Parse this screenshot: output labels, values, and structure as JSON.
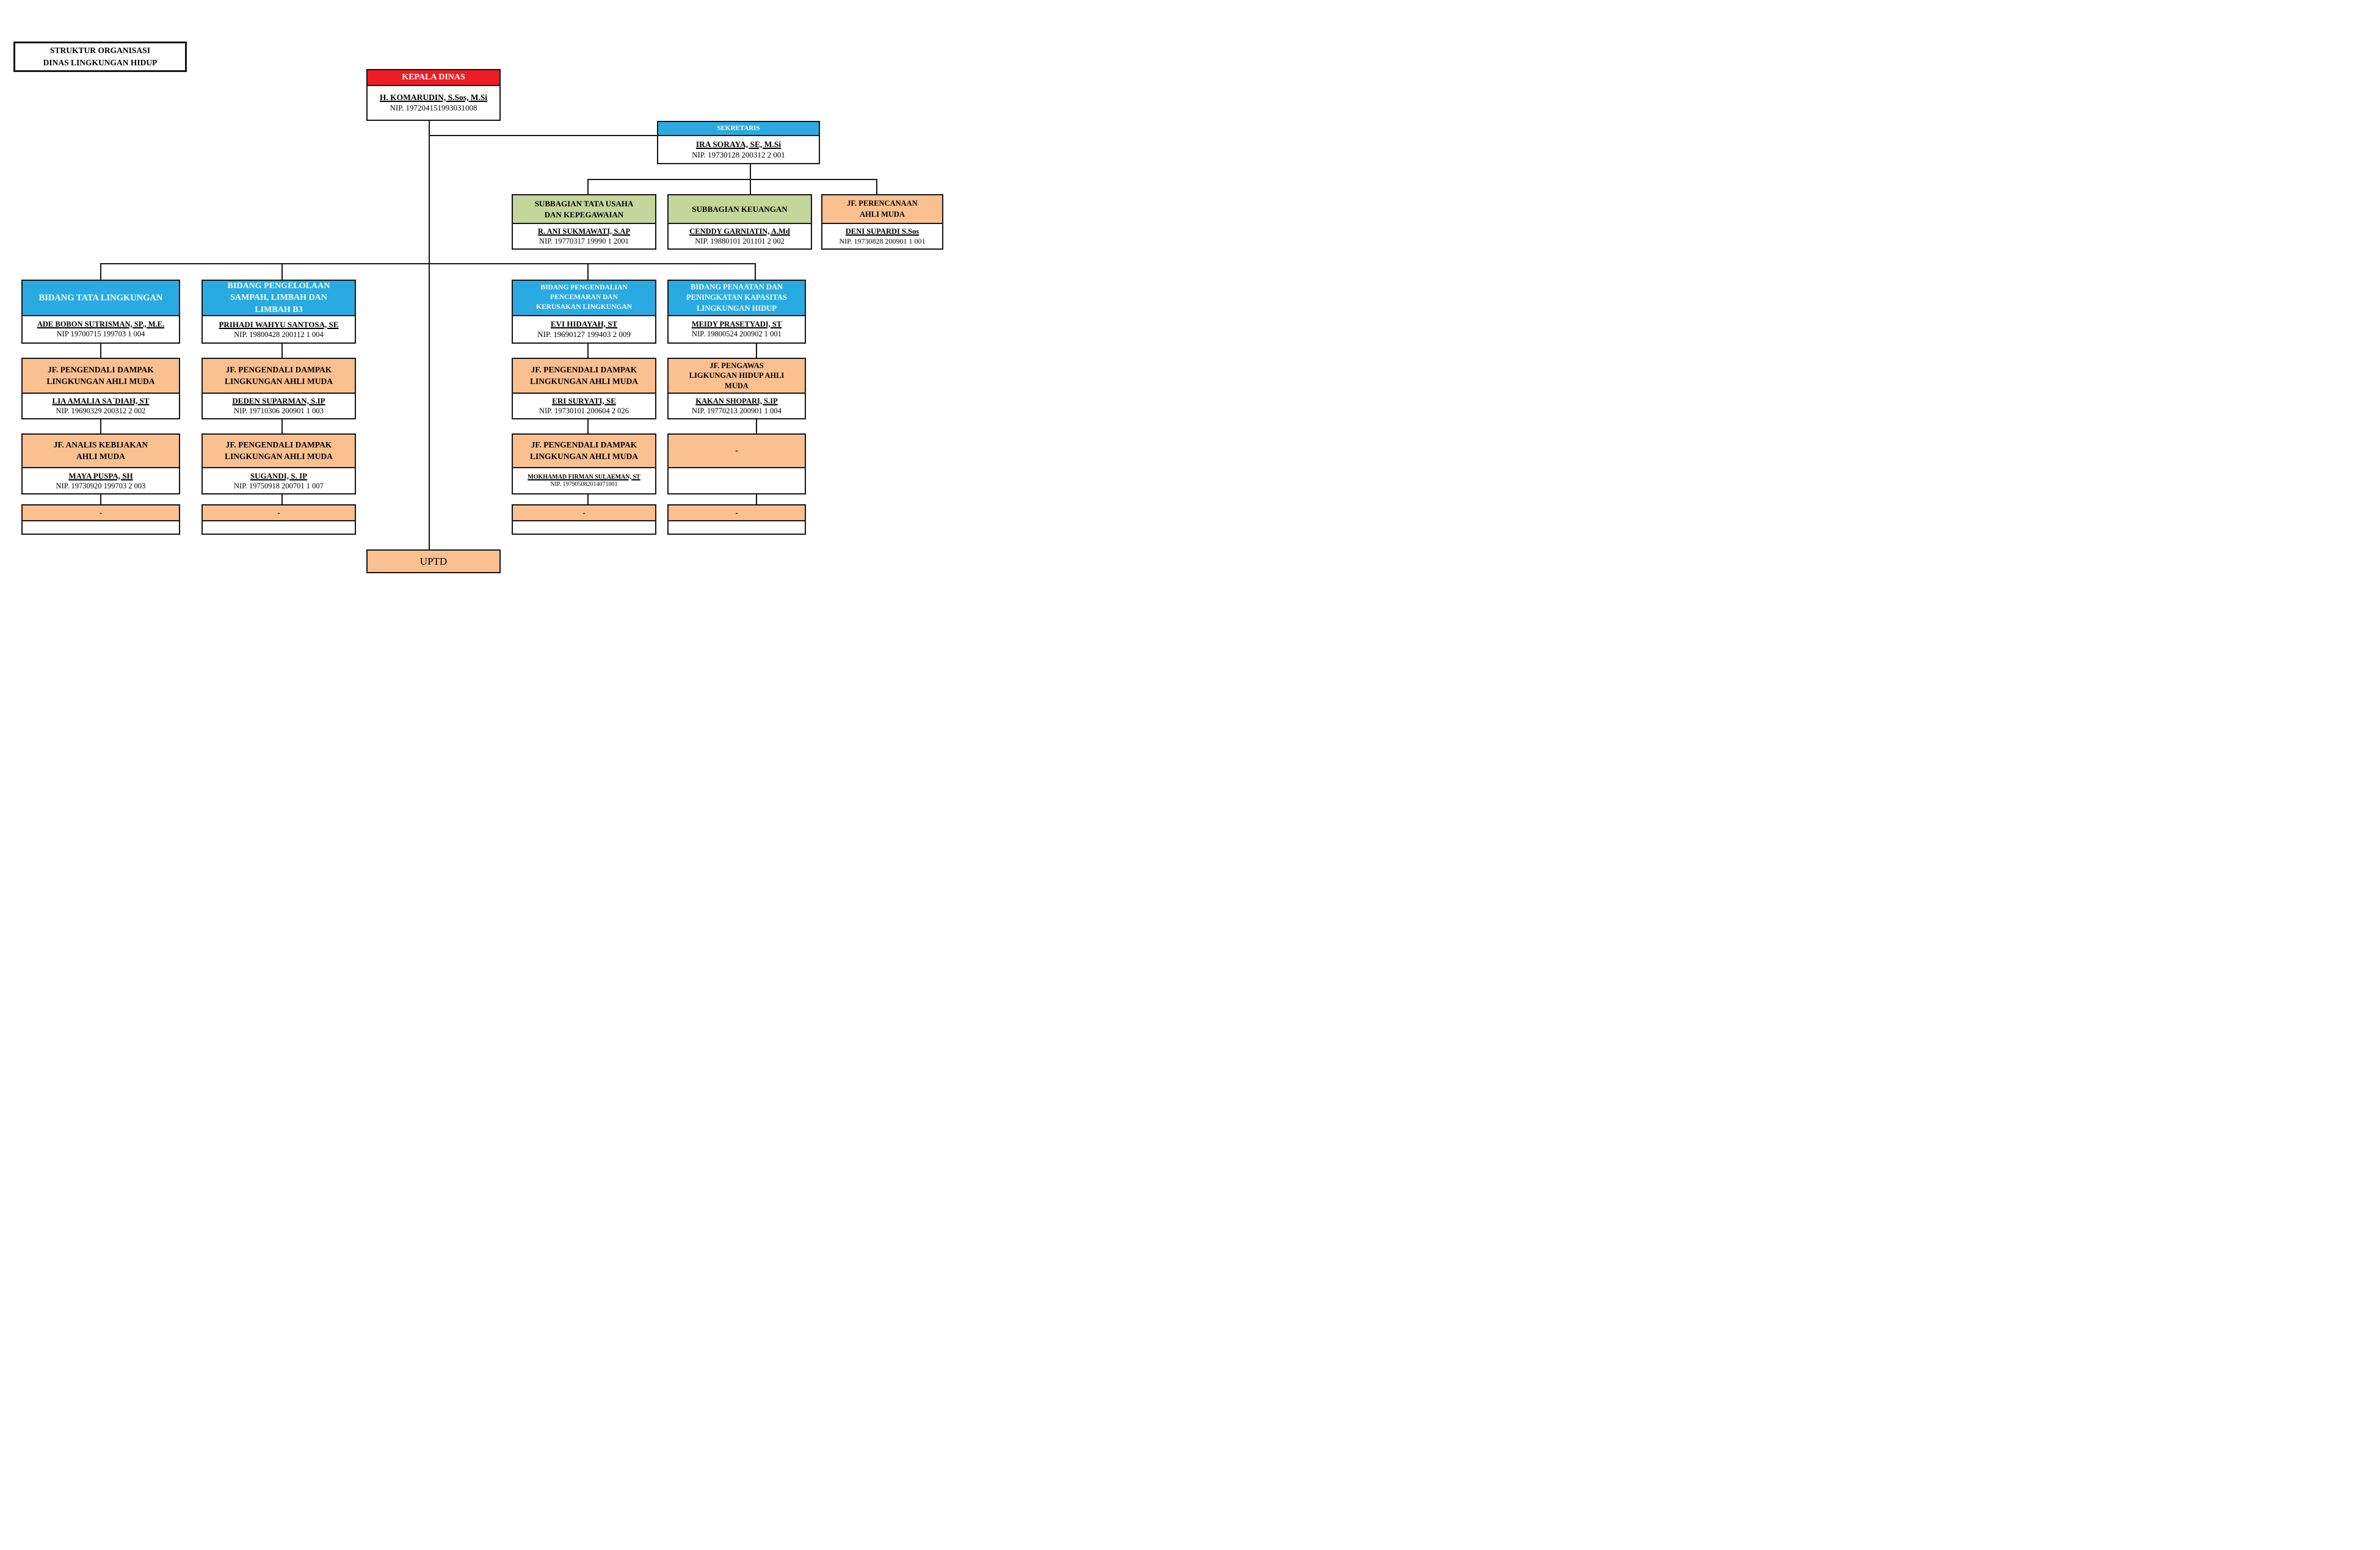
{
  "title": {
    "line1": "STRUKTUR ORGANISASI",
    "line2": "DINAS LINGKUNGAN HIDUP"
  },
  "colors": {
    "header_red": "#EE1C25",
    "header_blue": "#29ABE2",
    "header_green": "#C3D69B",
    "header_orange": "#FAC090",
    "line_black": "#161616"
  },
  "kepala_dinas": {
    "header": "KEPALA DINAS",
    "name": "H. KOMARUDIN, S.Sos, M.Si",
    "nip": "NIP. 197204151993031008"
  },
  "sekretaris": {
    "header": "SEKRETARIS",
    "name": "IRA SORAYA, SE, M.Si",
    "nip": "NIP. 19730128 200312 2 001"
  },
  "subbagian": [
    {
      "header": "SUBBAGIAN TATA USAHA\nDAN KEPEGAWAIAN",
      "name": "R. ANI SUKMAWATI, S.AP",
      "nip": "NIP. 19770317 19990 1 2001"
    },
    {
      "header": "SUBBAGIAN KEUANGAN",
      "name": "CENDDY GARNIATIN, A.Md",
      "nip": "NIP. 19880101 201101 2 002"
    },
    {
      "header": "JF. PERENCANAAN\nAHLI MUDA",
      "name": "DENI SUPARDI S.Sos",
      "nip": "NIP. 19730828 200901 1 001"
    }
  ],
  "bidang": [
    {
      "header": "BIDANG TATA LINGKUNGAN",
      "name": "ADE BOBON SUTRISMAN, SP., M.E.",
      "nip": "NIP 19700715 199703 1 004"
    },
    {
      "header": "BIDANG PENGELOLAAN\nSAMPAH, LIMBAH DAN\nLIMBAH B3",
      "name": "PRIHADI WAHYU SANTOSA, SE",
      "nip": "NIP. 19800428 200112 1 004"
    },
    {
      "header": "BIDANG PENGENDALIAN\nPENCEMARAN DAN\nKERUSAKAN LINGKUNGAN",
      "name": "EVI HIDAYAH, ST",
      "nip": "NIP. 19690127 199403 2 009"
    },
    {
      "header": "BIDANG PENAATAN DAN\nPENINGKATAN KAPASITAS\nLINGKUNGAN HIDUP",
      "name": "MEIDY PRASETYADI, ST",
      "nip": "NIP. 19800524 200902 1 001"
    }
  ],
  "jf_row2": [
    {
      "header": "JF. PENGENDALI DAMPAK\nLINGKUNGAN AHLI MUDA",
      "name": "LIA AMALIA SA`DIAH, ST",
      "nip": "NIP. 19690329 200312 2 002"
    },
    {
      "header": "JF. PENGENDALI DAMPAK\nLINGKUNGAN AHLI MUDA",
      "name": "DEDEN SUPARMAN, S.IP",
      "nip": "NIP. 19710306 200901 1 003"
    },
    {
      "header": "JF. PENGENDALI DAMPAK\nLINGKUNGAN AHLI MUDA",
      "name": "ERI SURYATI, SE",
      "nip": "NIP. 19730101 200604 2 026"
    },
    {
      "header": "JF. PENGAWAS\nLIGKUNGAN HIDUP AHLI\nMUDA",
      "name": "KAKAN SHOPARI, S.IP",
      "nip": "NIP. 19770213 200901 1 004"
    }
  ],
  "jf_row3": [
    {
      "header": "JF. ANALIS KEBIJAKAN\nAHLI MUDA",
      "name": "MAYA PUSPA, SH",
      "nip": "NIP. 19730920 199703 2 003"
    },
    {
      "header": "JF. PENGENDALI DAMPAK\nLINGKUNGAN AHLI MUDA",
      "name": "SUGANDI, S. IP",
      "nip": "NIP. 19750918 200701 1 007"
    },
    {
      "header": "JF. PENGENDALI DAMPAK\nLINGKUNGAN AHLI MUDA",
      "name": "MOKHAMAD FIRMAN SULAEMAN, ST",
      "nip": "NIP. 197905082014071001"
    },
    {
      "header": "-",
      "name": "",
      "nip": ""
    }
  ],
  "row4_placeholder": "-",
  "uptd": {
    "label": "UPTD"
  }
}
